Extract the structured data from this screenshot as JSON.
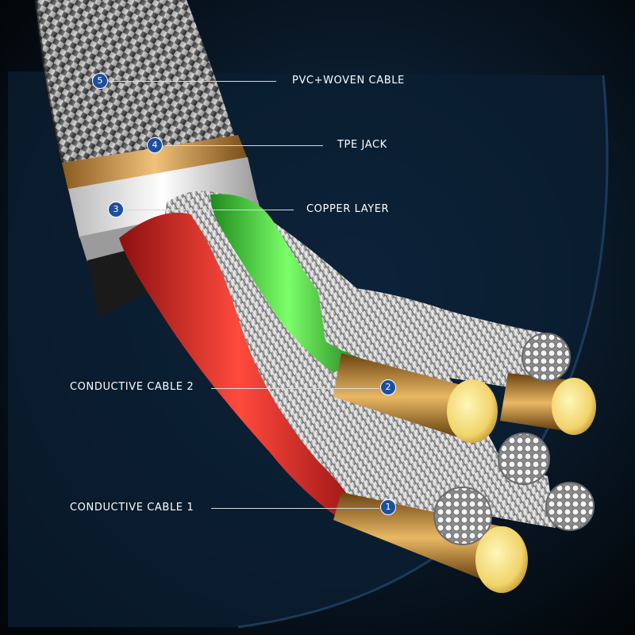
{
  "callouts": [
    {
      "number": "5",
      "label": "PVC+WOVEN CABLE"
    },
    {
      "number": "4",
      "label": "TPE JACK"
    },
    {
      "number": "3",
      "label": "COPPER LAYER"
    },
    {
      "number": "2",
      "label": "CONDUCTIVE CABLE 2"
    },
    {
      "number": "1",
      "label": "CONDUCTIVE CABLE 1"
    }
  ],
  "colors": {
    "background": "#000000",
    "shield": "#0b1f33",
    "badge": "#1c4f9e",
    "red_wire": "#e02a2a",
    "green_wire": "#3dd63a",
    "copper": "#d9a14a",
    "silver": "#c9c9c9"
  }
}
